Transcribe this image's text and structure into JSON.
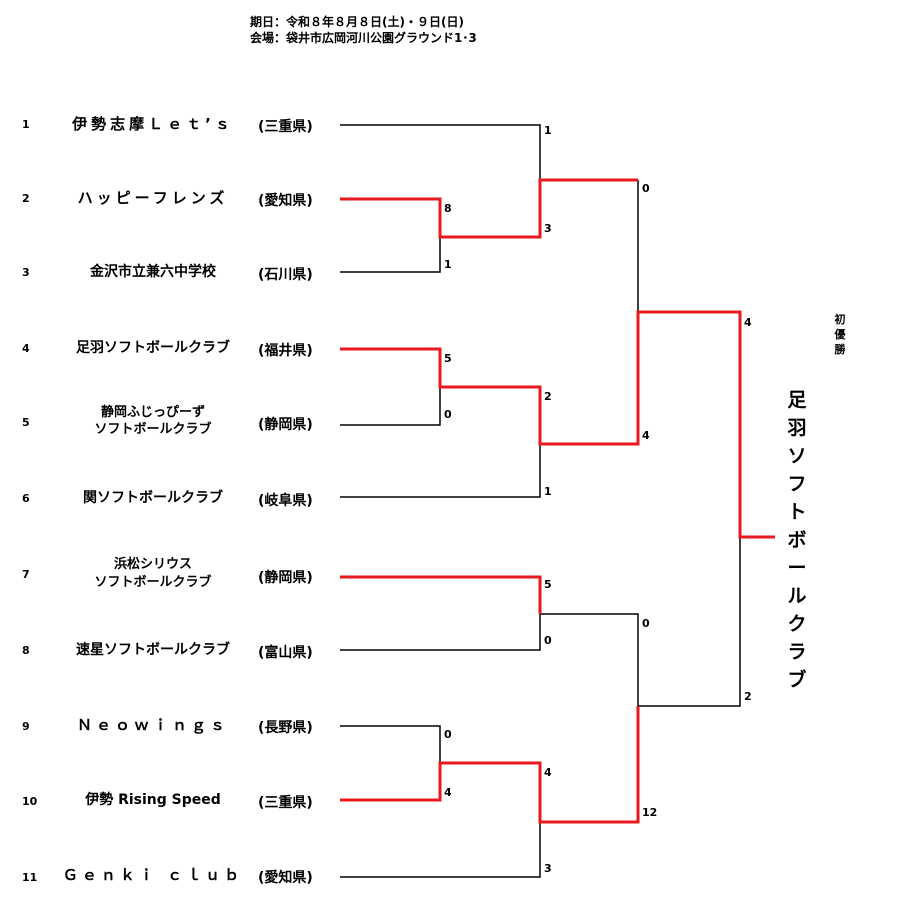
{
  "header": {
    "date_line": "期日：令和８年８月８日(土)・９日(日)",
    "venue_line": "会場：袋井市広岡河川公園グラウンド1･3"
  },
  "teams": [
    {
      "seed": "1",
      "name": "伊勢志摩Ｌｅｔ’ｓ",
      "name2": "",
      "pref": "(三重県)"
    },
    {
      "seed": "2",
      "name": "ハッピーフレンズ",
      "name2": "",
      "pref": "(愛知県)"
    },
    {
      "seed": "3",
      "name": "金沢市立兼六中学校",
      "name2": "",
      "pref": "(石川県)"
    },
    {
      "seed": "4",
      "name": "足羽ソフトボールクラブ",
      "name2": "",
      "pref": "(福井県)"
    },
    {
      "seed": "5",
      "name": "静岡ふじっぴーず",
      "name2": "ソフトボールクラブ",
      "pref": "(静岡県)"
    },
    {
      "seed": "6",
      "name": "関ソフトボールクラブ",
      "name2": "",
      "pref": "(岐阜県)"
    },
    {
      "seed": "7",
      "name": "浜松シリウス",
      "name2": "ソフトボールクラブ",
      "pref": "(静岡県)"
    },
    {
      "seed": "8",
      "name": "速星ソフトボールクラブ",
      "name2": "",
      "pref": "(富山県)"
    },
    {
      "seed": "9",
      "name": "Ｎｅｏｗｉｎｇｓ",
      "name2": "",
      "pref": "(長野県)"
    },
    {
      "seed": "10",
      "name": "伊勢 Rising Speed",
      "name2": "",
      "pref": "(三重県)"
    },
    {
      "seed": "11",
      "name": "Ｇｅｎｋｉ ｃｌｕｂ",
      "name2": "",
      "pref": "(愛知県)"
    }
  ],
  "scores": {
    "m1_top": "8",
    "m1_bot": "1",
    "m2_top": "5",
    "m2_bot": "0",
    "m3_top": "5",
    "m3_bot": "0",
    "m4_top": "0",
    "m4_bot": "4",
    "q1_top": "1",
    "q1_bot": "3",
    "q2_top": "2",
    "q2_bot": "1",
    "q3_top": "4",
    "q3_bot": "3",
    "s1_top": "0",
    "s1_bot": "4",
    "s2_top": "0",
    "s2_bot": "12",
    "f_top": "4",
    "f_bot": "2"
  },
  "champion": {
    "label": "初優勝",
    "name": "足羽ソフトボールクラブ"
  },
  "colors": {
    "win": "#e8191f",
    "line": "#000000"
  }
}
